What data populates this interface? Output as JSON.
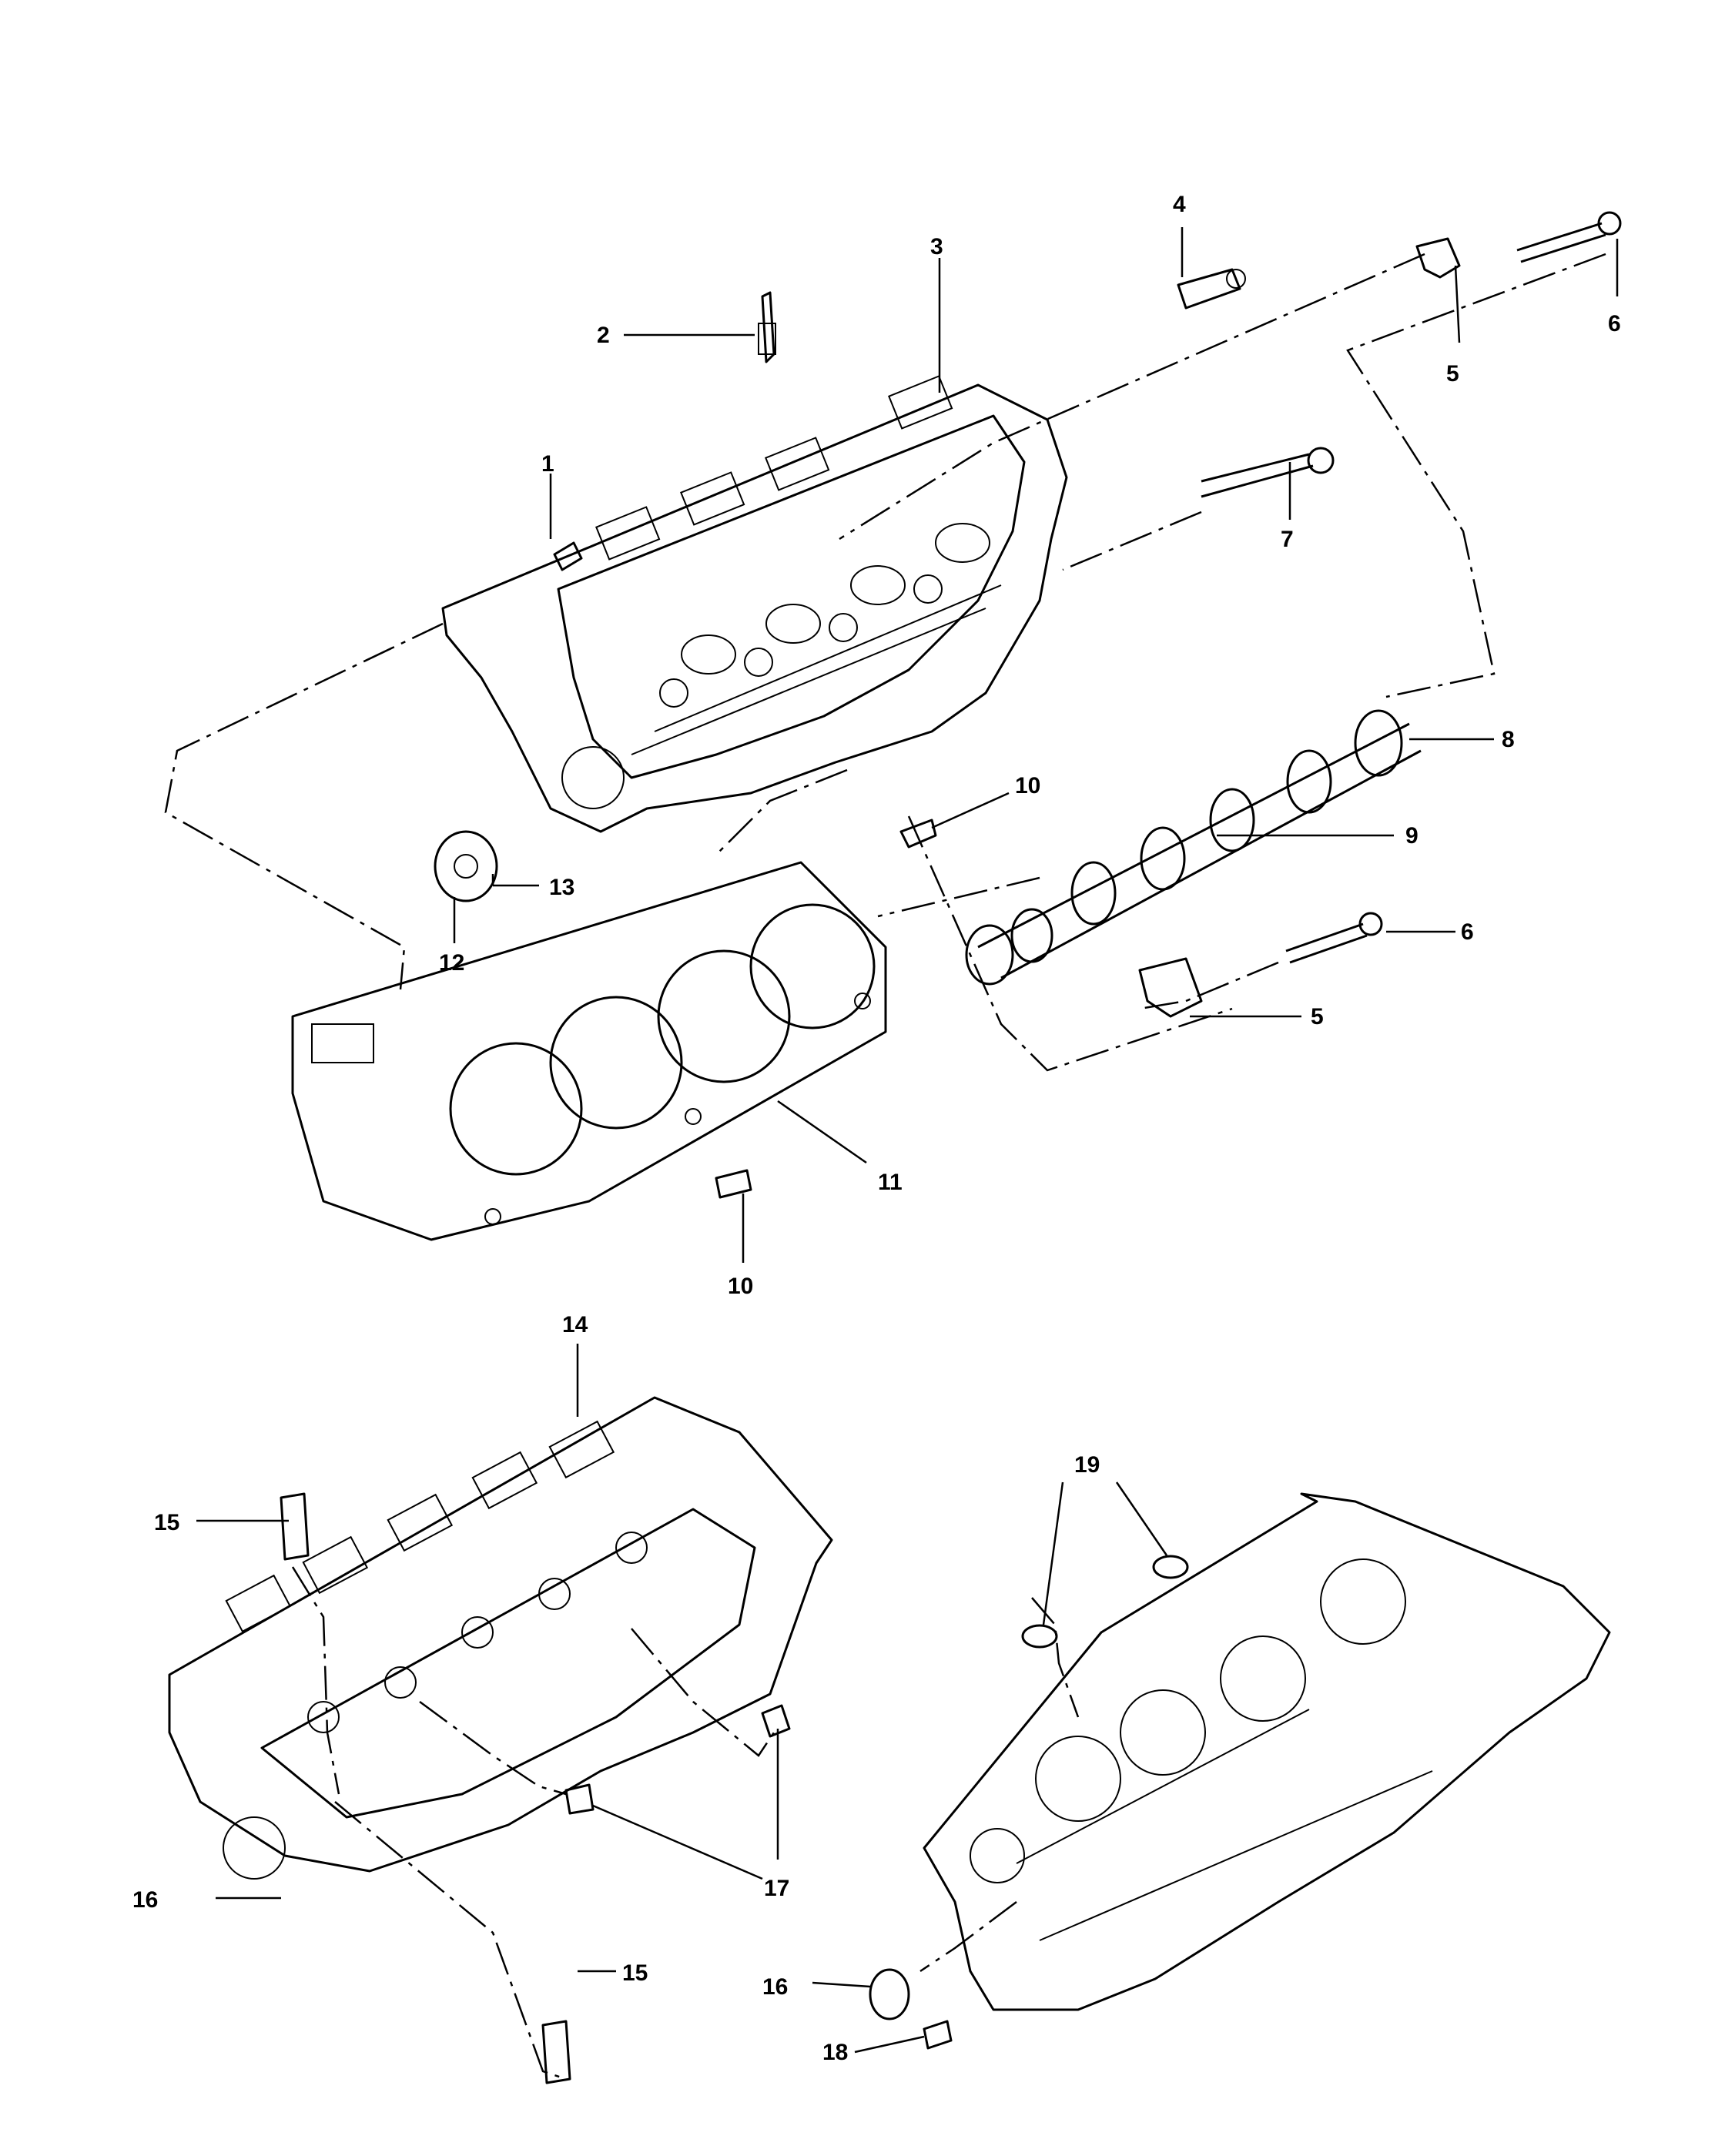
{
  "diagram": {
    "callouts": {
      "c1": "1",
      "c2": "2",
      "c3": "3",
      "c4": "4",
      "c5a": "5",
      "c5b": "5",
      "c6a": "6",
      "c6b": "6",
      "c7": "7",
      "c8": "8",
      "c9": "9",
      "c10a": "10",
      "c10b": "10",
      "c11": "11",
      "c12": "12",
      "c13": "13",
      "c14": "14",
      "c15a": "15",
      "c15b": "15",
      "c16a": "16",
      "c16b": "16",
      "c17": "17",
      "c18": "18",
      "c19": "19"
    }
  }
}
